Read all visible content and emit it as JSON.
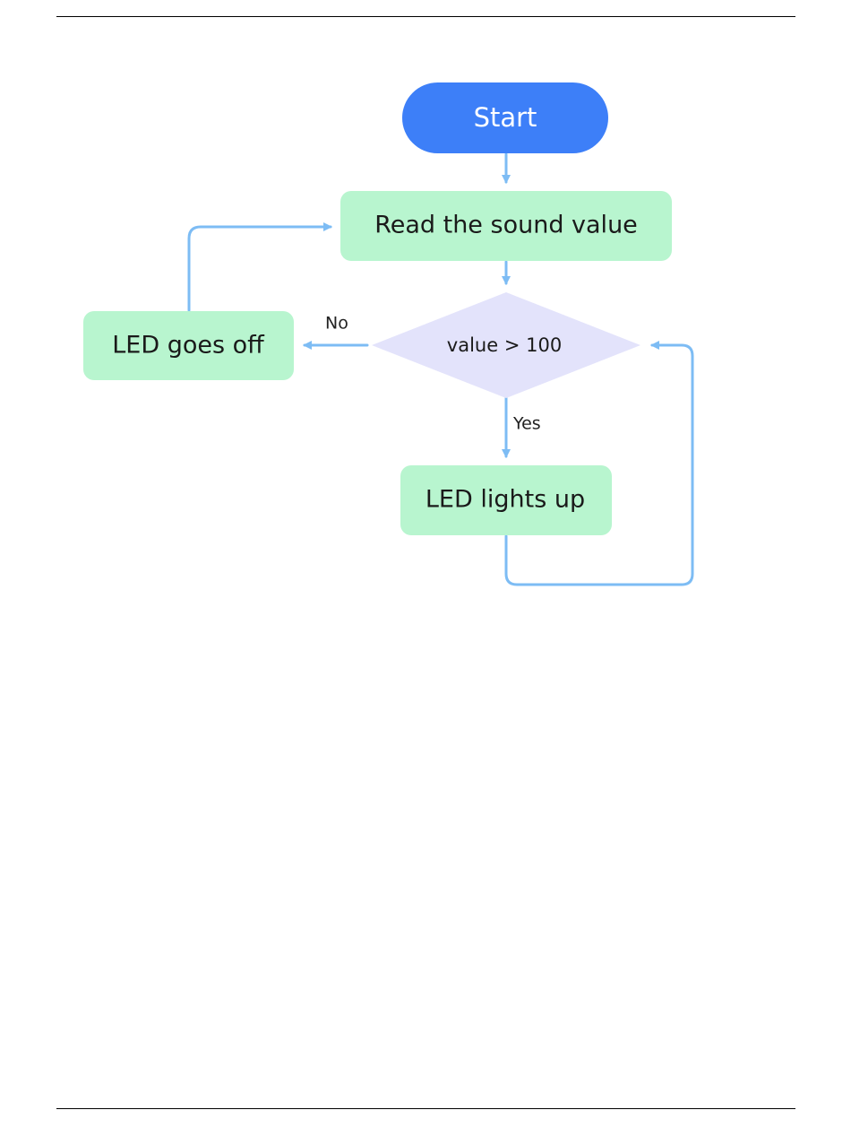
{
  "diagram": {
    "type": "flowchart",
    "nodes": {
      "start": {
        "label": "Start",
        "shape": "terminal",
        "color": "#3d7ff8"
      },
      "read": {
        "label": "Read the sound value",
        "shape": "process",
        "color": "#b8f5cf"
      },
      "decision": {
        "label": "value > 100",
        "shape": "decision",
        "color": "#e3e3fb"
      },
      "led_on": {
        "label": "LED lights up",
        "shape": "process",
        "color": "#b8f5cf"
      },
      "led_off": {
        "label": "LED goes off",
        "shape": "process",
        "color": "#b8f5cf"
      }
    },
    "edges": [
      {
        "from": "start",
        "to": "read",
        "label": ""
      },
      {
        "from": "read",
        "to": "decision",
        "label": ""
      },
      {
        "from": "decision",
        "to": "led_on",
        "label": "Yes"
      },
      {
        "from": "decision",
        "to": "led_off",
        "label": "No"
      },
      {
        "from": "led_on",
        "to": "decision",
        "label": ""
      },
      {
        "from": "led_off",
        "to": "read",
        "label": ""
      }
    ],
    "edge_color": "#7dbcf4"
  }
}
